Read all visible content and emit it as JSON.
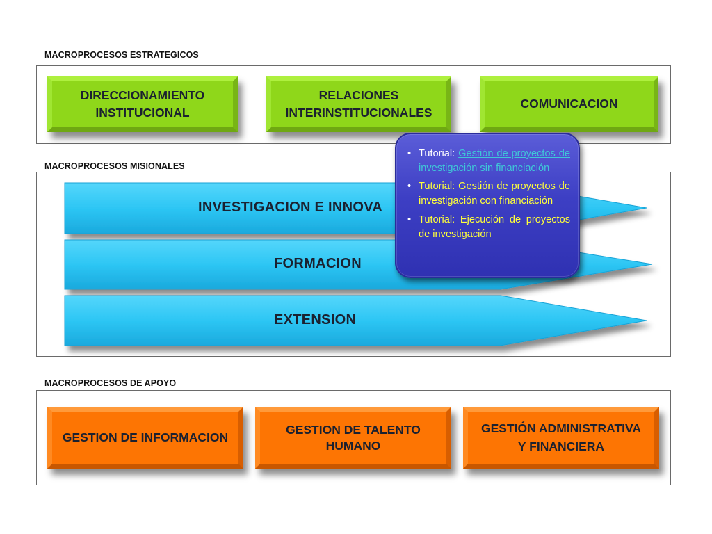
{
  "sections": {
    "strategic_label": "MACROPROCESOS ESTRATEGICOS",
    "missional_label": "MACROPROCESOS MISIONALES",
    "support_label": "MACROPROCESOS DE APOYO"
  },
  "strategic": [
    {
      "line1": "DIRECCIONAMIENTO",
      "line2": "INSTITUCIONAL"
    },
    {
      "line1": "RELACIONES",
      "line2": "INTERINSTITUCIONALES"
    },
    {
      "line1": "COMUNICACION",
      "line2": ""
    }
  ],
  "missional": [
    {
      "label": "INVESTIGACION E INNOVA"
    },
    {
      "label": "FORMACION"
    },
    {
      "label": "EXTENSION"
    }
  ],
  "support": [
    {
      "line1": "GESTION DE INFORMACION",
      "line2": ""
    },
    {
      "line1": "GESTION DE TALENTO",
      "line2": "HUMANO"
    },
    {
      "line1": "GESTIÓN ADMINISTRATIVA",
      "line2": "Y FINANCIERA"
    }
  ],
  "popup": {
    "items": [
      {
        "prefix": "Tutorial:",
        "text": "Gestión de proyectos de investigación sin financiación"
      },
      {
        "prefix": "Tutorial:",
        "text": "Gestión de proyectos de investigación con financiación"
      },
      {
        "prefix": "Tutorial:",
        "text": "Ejecución de proyectos de investigación"
      }
    ]
  },
  "colors": {
    "strategic_box": "#8fd71a",
    "missional_arrow": "#2fc8f5",
    "support_box": "#fd7503",
    "popup_bg": "#3d3fc4",
    "popup_link": "#3fc7d8",
    "popup_highlight": "#ffff3a"
  }
}
